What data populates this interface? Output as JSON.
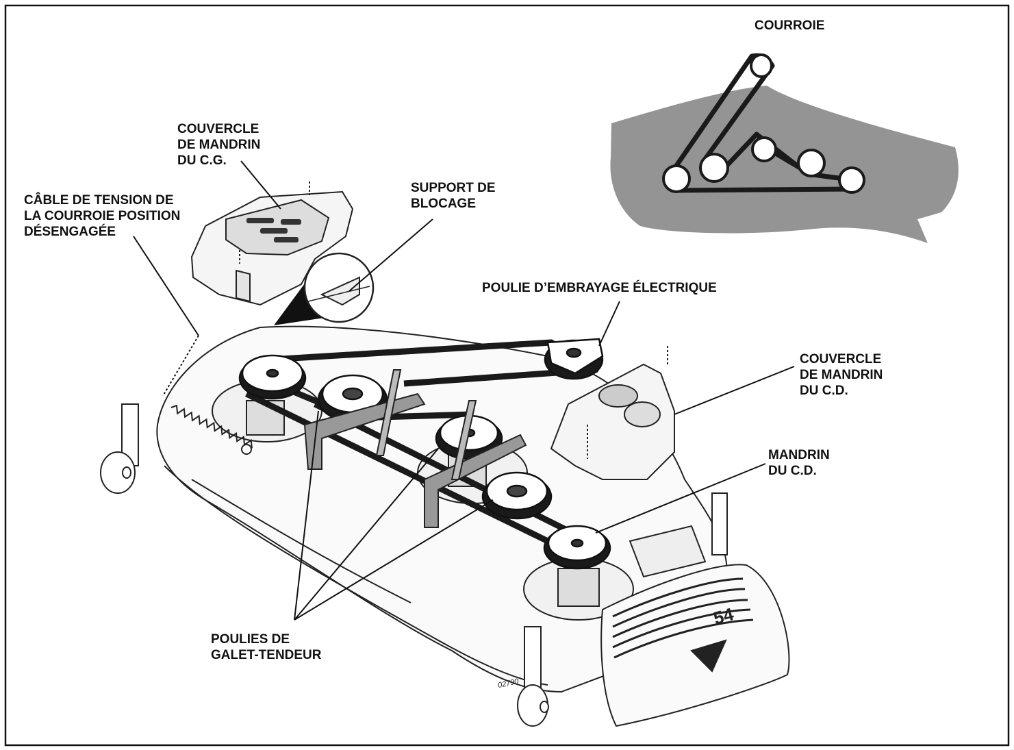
{
  "labels": {
    "belt_inset": "COURROIE",
    "left_spindle_cover": "COUVERCLE\nDE MANDRIN\nDU C.G.",
    "tension_cable": "CÂBLE DE TENSION DE\nLA COURROIE POSITION\nDÉSENGAGÉE",
    "lock_bracket": "SUPPORT DE\nBLOCAGE",
    "clutch_pulley": "POULIE D’EMBRAYAGE ÉLECTRIQUE",
    "right_spindle_cover": "COUVERCLE\nDE MANDRIN\nDU C.D.",
    "right_spindle": "MANDRIN\nDU C.D.",
    "idler_pulleys": "POULIES DE\nGALET-TENDEUR"
  },
  "figure_code": "02790",
  "deck_size_mark": "54",
  "colors": {
    "inset_fill": "#949494",
    "belt": "#1a1a1a",
    "line": "#222222",
    "deck_fill": "#fafafa"
  }
}
